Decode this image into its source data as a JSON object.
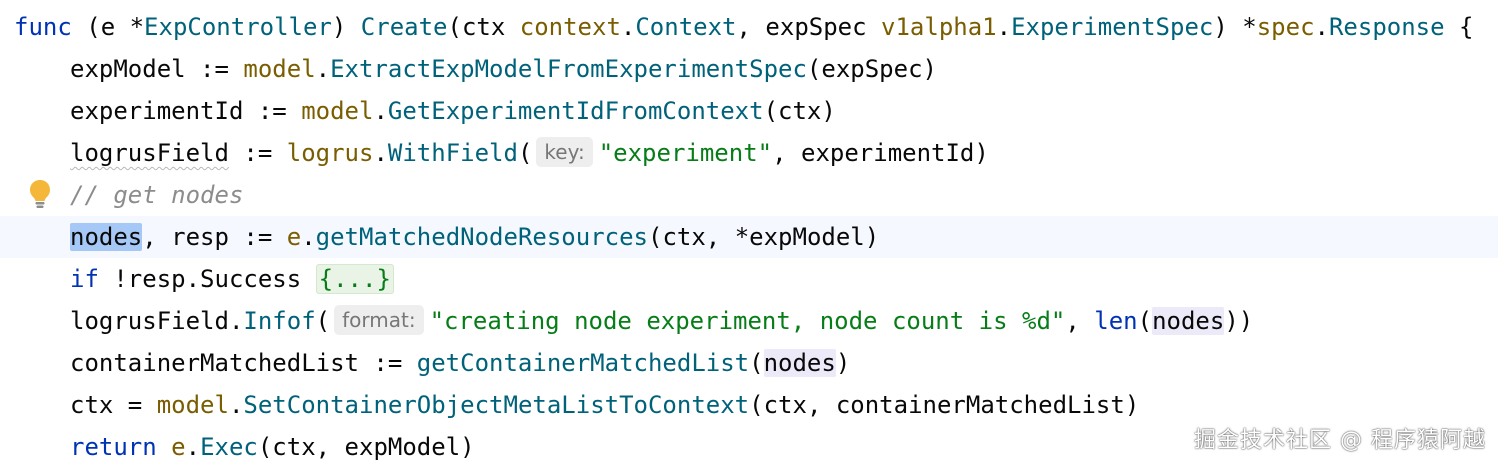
{
  "colors": {
    "keyword": "#0033b3",
    "function": "#00627a",
    "package": "#7a5d00",
    "string": "#067d17",
    "comment": "#8c8c8c",
    "selection": "#a6c8f7",
    "usage_highlight": "#ece9f8",
    "current_line": "#f5f8fe"
  },
  "code": {
    "l1": {
      "func": "func",
      "recv_open": " (e *",
      "recv_type": "ExpController",
      "recv_close": ") ",
      "name": "Create",
      "args_open": "(ctx ",
      "ctx_pkg": "context",
      "dot1": ".",
      "ctx_type": "Context",
      "mid": ", expSpec ",
      "spec_pkg": "v1alpha1",
      "dot2": ".",
      "spec_type": "ExperimentSpec",
      "ret_open": ") *",
      "ret_pkg": "spec",
      "dot3": ".",
      "ret_type": "Response",
      "brace": " {"
    },
    "l2": {
      "lhs": "expModel := ",
      "pkg": "model",
      "dot": ".",
      "fn": "ExtractExpModelFromExperimentSpec",
      "args": "(expSpec)"
    },
    "l3": {
      "lhs": "experimentId := ",
      "pkg": "model",
      "dot": ".",
      "fn": "GetExperimentIdFromContext",
      "args": "(ctx)"
    },
    "l4": {
      "lhs_var": "logrusField",
      "assign": " := ",
      "pkg": "logrus",
      "dot": ".",
      "fn": "WithField",
      "paren": "(",
      "hint": "key:",
      "str": "\"experiment\"",
      "rest": ", experimentId)"
    },
    "l5": {
      "comment": "// get nodes"
    },
    "l6": {
      "sel": "nodes",
      "mid": ", resp := ",
      "recv": "e",
      "dot": ".",
      "fn": "getMatchedNodeResources",
      "args": "(ctx, *expModel)"
    },
    "l7": {
      "kw": "if",
      "cond": " !resp.Success ",
      "fold": "{...}"
    },
    "l8": {
      "recv": "logrusField",
      "dot": ".",
      "fn": "Infof",
      "paren": "(",
      "hint": "format:",
      "str": "\"creating node experiment, node count is %d\"",
      "sep": ", ",
      "len": "len",
      "p2": "(",
      "nodes": "nodes",
      "close": "))"
    },
    "l9": {
      "lhs": "containerMatchedList := ",
      "fn": "getContainerMatchedList",
      "p": "(",
      "nodes": "nodes",
      "close": ")"
    },
    "l10": {
      "lhs": "ctx = ",
      "pkg": "model",
      "dot": ".",
      "fn": "SetContainerObjectMetaListToContext",
      "args": "(ctx, containerMatchedList)"
    },
    "l11": {
      "kw": "return",
      "sp": " ",
      "recv": "e",
      "dot": ".",
      "fn": "Exec",
      "args": "(ctx, expModel)"
    }
  },
  "gutter": {
    "intention_icon": "lightbulb-icon"
  },
  "watermark": "掘金技术社区 @ 程序猿阿越"
}
